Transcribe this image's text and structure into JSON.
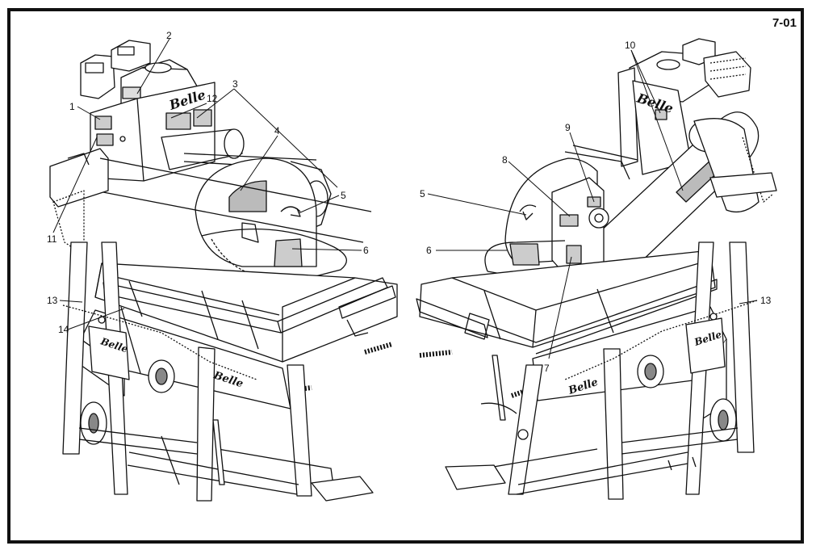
{
  "page_id": "7-01",
  "brand": "Belle",
  "callouts": {
    "c1": "1",
    "c2": "2",
    "c3": "3",
    "c4": "4",
    "c5l": "5",
    "c6l": "6",
    "c11": "11",
    "c12": "12",
    "c13l": "13",
    "c14": "14",
    "c5r": "5",
    "c6r": "6",
    "c7": "7",
    "c8": "8",
    "c9": "9",
    "c10": "10",
    "c13r": "13"
  },
  "colors": {
    "line": "#111111",
    "label": "#8a8a8a",
    "background": "#ffffff"
  }
}
